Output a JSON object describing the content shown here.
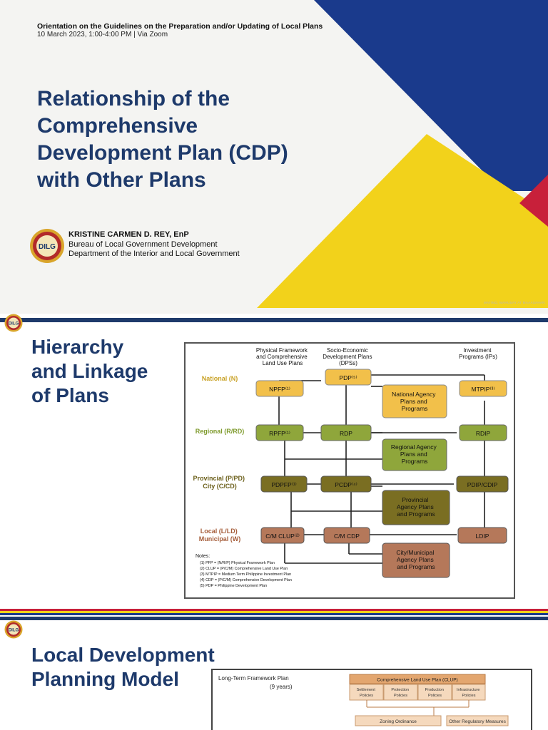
{
  "slide1": {
    "event_title": "Orientation on the Guidelines on the Preparation and/or Updating of Local Plans",
    "event_details": "10 March 2023, 1:00-4:00 PM | Via Zoom",
    "title_lines": [
      "Relationship of the",
      "Comprehensive",
      "Development Plan (CDP)",
      "with Other Plans"
    ],
    "presenter_name": "KRISTINE CARMEN D. REY, EnP",
    "presenter_office": "Bureau of Local Government Development",
    "presenter_department": "Department of the Interior and Local Government",
    "seal_text": "DILG",
    "motto": "MATINO, MAHUSAY AT MAAASAHAN",
    "colors": {
      "navy": "#1e3a6b",
      "blue": "#1a3a8c",
      "yellow": "#f2d21b",
      "red": "#c8203a"
    }
  },
  "slide2": {
    "title_lines": [
      "Hierarchy",
      "and Linkage",
      "of Plans"
    ],
    "seal_text": "DILG",
    "diagram": {
      "column_headers": [
        [
          "Physical Framework",
          "and Comprehensive",
          "Land Use Plans"
        ],
        [
          "Socio-Economic",
          "Development Plans",
          "(DPSs)"
        ],
        [
          "Investment",
          "Programs (IPs)"
        ]
      ],
      "levels": [
        {
          "label": [
            "National (N)"
          ]
        },
        {
          "label": [
            "Regional (R/RD)"
          ]
        },
        {
          "label": [
            "Provincial (P/PD)",
            "City (C/CD)"
          ]
        },
        {
          "label": [
            "Local (L/LD)",
            "Municipal (W)"
          ]
        }
      ],
      "boxes": {
        "npfp": "NPFP⁽¹⁾",
        "pdp": "PDP⁽⁵⁾",
        "mtpip": "MTPIP⁽³⁾",
        "nat_agency": [
          "National Agency",
          "Plans and",
          "Programs"
        ],
        "rpfp": "RPFP⁽¹⁾",
        "rdp": "RDP",
        "rdip": "RDIP",
        "reg_agency": [
          "Regional Agency",
          "Plans and",
          "Programs"
        ],
        "pdpfp": "PDPFP⁽¹⁾",
        "pcdp": "PCDP⁽⁴⁾",
        "pdip": "PDIP/CDIP",
        "prov_agency": [
          "Provincial",
          "Agency Plans",
          "and Programs"
        ],
        "cmclup": "C/M CLUP⁽²⁾",
        "cmcdp": "C/M CDP",
        "ldip": "LDIP",
        "cm_agency": [
          "City/Municipal",
          "Agency Plans",
          "and Programs"
        ]
      },
      "notes_title": "Notes:",
      "notes": [
        "(1) PFP     =  (N/R/P) Physical Framework Plan",
        "(2) CLUP   =  (P/C/M) Comprehensive Land Use Plan",
        "(3) MTPIP  =  Medium Term Philippine Investment Plan",
        "(4) CDP     =  (P/C/M) Comprehensive Development Plan",
        "(5) PDP     =  Philippine Development Plan"
      ],
      "colors": {
        "national": "#f2c04a",
        "regional": "#8fa63b",
        "provincial": "#7a6e22",
        "local": "#b5785a",
        "national_label": "#c9a227",
        "regional_label": "#7e9a2c",
        "provincial_label": "#6b5f1a",
        "local_label": "#a55d3a"
      }
    }
  },
  "slide3": {
    "title_lines": [
      "Local Development",
      "Planning Model"
    ],
    "seal_text": "DILG",
    "diagram": {
      "left_label_1": "Long-Term Framework Plan",
      "left_label_2": "(9 years)",
      "clup_header": "Comprehensive Land Use Plan (CLUP)",
      "policy_cells": [
        [
          "Settlement",
          "Policies"
        ],
        [
          "Protection",
          "Policies"
        ],
        [
          "Production",
          "Policies"
        ],
        [
          "Infrastructure",
          "Policies"
        ]
      ],
      "zoning": "Zoning Ordinance",
      "other_measures": "Other Regulatory Measures"
    }
  }
}
